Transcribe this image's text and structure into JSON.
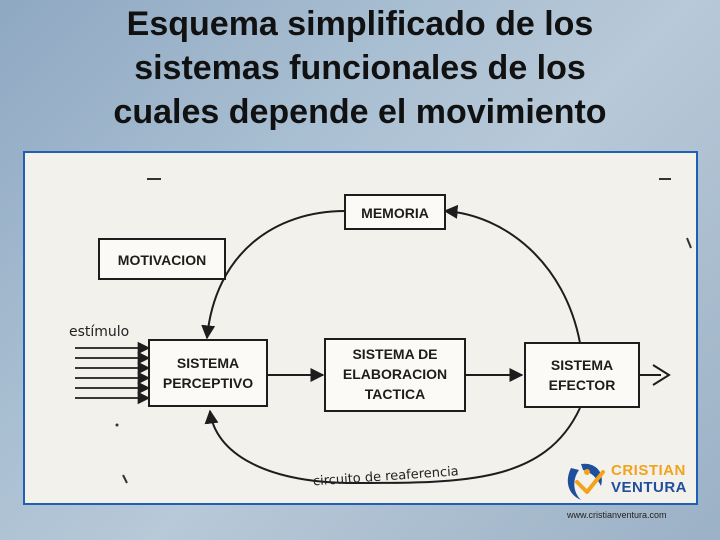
{
  "title": {
    "line1": "Esquema simplificado de los",
    "line2": "sistemas funcionales de los",
    "line3": "cuales depende el movimiento"
  },
  "diagram": {
    "memoria": "MEMORIA",
    "motivacion": "MOTIVACION",
    "estimulo": "estímulo",
    "sistema_perceptivo": [
      "SISTEMA",
      "PERCEPTIVO"
    ],
    "sistema_elaboracion": [
      "SISTEMA DE",
      "ELABORACION",
      "TACTICA"
    ],
    "sistema_efector": [
      "SISTEMA",
      "EFECTOR"
    ],
    "circuito": "circuito de reaferencia"
  },
  "logo": {
    "line1": "CRISTIAN",
    "line2": "VENTURA",
    "url": "www.cristianventura.com",
    "colors": {
      "blue": "#1e4f9c",
      "orange": "#f2a21d"
    }
  }
}
